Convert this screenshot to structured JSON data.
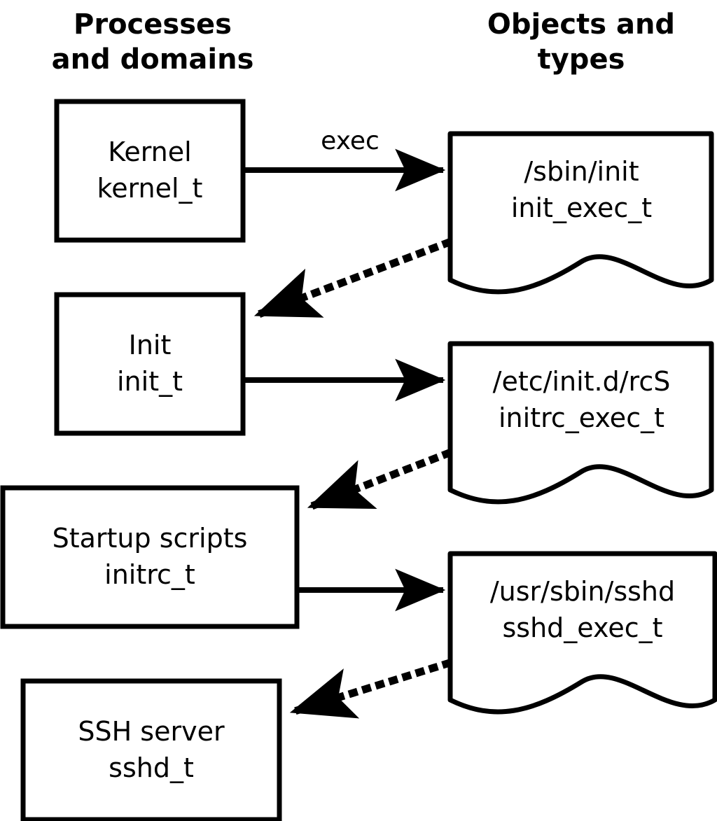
{
  "headers": {
    "left": "Processes\nand domains",
    "left_line1": "Processes",
    "left_line2": "and domains",
    "right": "Objects and\ntypes",
    "right_line1": "Objects and",
    "right_line2": "types"
  },
  "colors": {
    "stroke": "#000000",
    "fill": "#ffffff",
    "text": "#000000"
  },
  "process_nodes": [
    {
      "id": "kernel",
      "line1": "Kernel",
      "line2": "kernel_t"
    },
    {
      "id": "init",
      "line1": "Init",
      "line2": "init_t"
    },
    {
      "id": "initrc",
      "line1": "Startup scripts",
      "line2": "initrc_t"
    },
    {
      "id": "sshd",
      "line1": "SSH server",
      "line2": "sshd_t"
    }
  ],
  "object_nodes": [
    {
      "id": "init_exec",
      "line1": "/sbin/init",
      "line2": "init_exec_t"
    },
    {
      "id": "initrc_exec",
      "line1": "/etc/init.d/rcS",
      "line2": "initrc_exec_t"
    },
    {
      "id": "sshd_exec",
      "line1": "/usr/sbin/sshd",
      "line2": "sshd_exec_t"
    }
  ],
  "edges": [
    {
      "id": "kernel-exec-init_exec",
      "from": "kernel",
      "to": "init_exec",
      "style": "solid",
      "label": "exec"
    },
    {
      "id": "init_exec-transition-init",
      "from": "init_exec",
      "to": "init",
      "style": "dotted",
      "label": ""
    },
    {
      "id": "init-exec-initrc_exec",
      "from": "init",
      "to": "initrc_exec",
      "style": "solid",
      "label": ""
    },
    {
      "id": "initrc_exec-transition-initrc",
      "from": "initrc_exec",
      "to": "initrc",
      "style": "dotted",
      "label": ""
    },
    {
      "id": "initrc-exec-sshd_exec",
      "from": "initrc",
      "to": "sshd_exec",
      "style": "solid",
      "label": ""
    },
    {
      "id": "sshd_exec-transition-sshd",
      "from": "sshd_exec",
      "to": "sshd",
      "style": "dotted",
      "label": ""
    }
  ]
}
